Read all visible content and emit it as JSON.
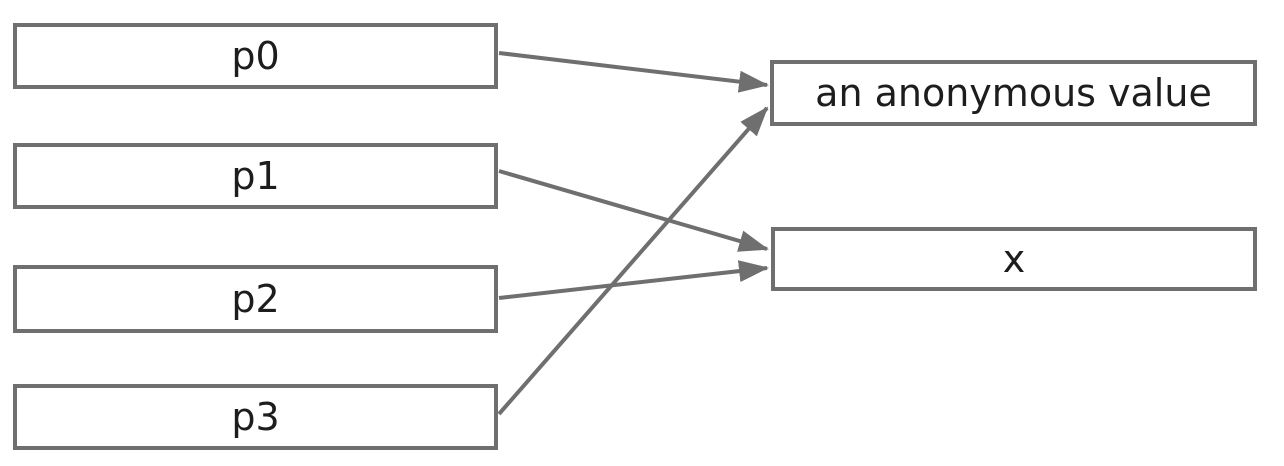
{
  "diagram": {
    "background_color": "#ffffff",
    "box_border_color": "#6f6f6f",
    "arrow_color": "#6f6f6f",
    "text_color": "#1d1d1d",
    "pointers": [
      {
        "id": "p0",
        "label": "p0"
      },
      {
        "id": "p1",
        "label": "p1"
      },
      {
        "id": "p2",
        "label": "p2"
      },
      {
        "id": "p3",
        "label": "p3"
      }
    ],
    "values": [
      {
        "id": "anonymous_value",
        "label": "an anonymous value"
      },
      {
        "id": "x",
        "label": "x"
      }
    ],
    "edges": [
      {
        "from": "p0",
        "to": "anonymous_value"
      },
      {
        "from": "p1",
        "to": "x"
      },
      {
        "from": "p2",
        "to": "x"
      },
      {
        "from": "p3",
        "to": "anonymous_value"
      }
    ]
  }
}
